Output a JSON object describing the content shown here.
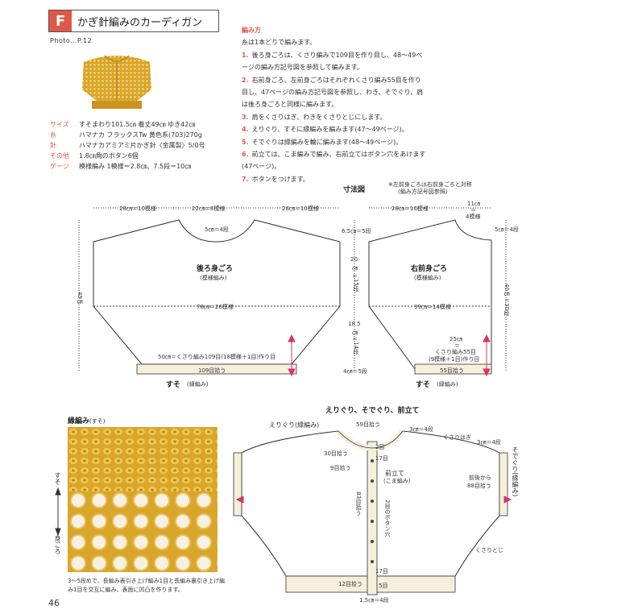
{
  "title": {
    "letter": "F",
    "text": "かぎ針編みのカーディガン"
  },
  "photo_ref": "Photo…P.12",
  "specs": [
    {
      "label": "サイズ",
      "value": "すそまわり101.5㎝ 着丈49㎝ ゆき42㎝"
    },
    {
      "label": "糸",
      "value": "ハマナカ フラックスTw 黄色系(703)270g"
    },
    {
      "label": "針",
      "value": "ハマナカアミアミ片かぎ針〈金属製〉5/0号"
    },
    {
      "label": "その他",
      "value": "1.8㎝角のボタン6個"
    },
    {
      "label": "ゲージ",
      "value": "模様編み 1模様＝2.8㎝、7.5段＝10㎝"
    }
  ],
  "instructions": {
    "heading": "編み方",
    "intro": "糸は1本どりで編みます。",
    "steps": [
      {
        "num": "1.",
        "text": "後ろ身ごろは、くさり編みで109目を作り目し、48～49ページの編み方記号図を参照して編みます。"
      },
      {
        "num": "2.",
        "text": "右前身ごろ、左前身ごろはそれぞれくさり編み55目を作り目し、47ページの編み方記号図を参照し、わき、そでぐり、肩は後ろ身ごろと同様に編みます。"
      },
      {
        "num": "3.",
        "text": "肩をくさりはぎ、わきをくさりとじにします。"
      },
      {
        "num": "4.",
        "text": "えりぐり、すそに縁編みを編みます(47～49ページ)。"
      },
      {
        "num": "5.",
        "text": "そでぐりは縁編みを輪に編みます(48～49ページ)。"
      },
      {
        "num": "6.",
        "text": "前立ては、こま編みで編み、右前立てはボタン穴をあけます(47ページ)。"
      },
      {
        "num": "7.",
        "text": "ボタンをつけます。"
      }
    ]
  },
  "size_diagram": {
    "title": "寸法図",
    "note_line1": "※左前身ごろは右前身ごろと対称",
    "note_line2": "(編み方記号図参照)",
    "back": {
      "dim_left_top": "28㎝＝10模様",
      "dim_mid_top": "22㎝＝8模様",
      "dim_right_top": "28㎝＝10模様",
      "neck_depth": "5㎝＝4段",
      "name": "後ろ身ごろ",
      "pattern": "(模様編み)",
      "width": "78㎝＝28模様",
      "height": "49㎝",
      "chain_start": "50㎝＝くさり編み109目(18模様＋1目)作り目",
      "hem_pick": "109目拾う",
      "hem_label": "すそ",
      "hem_pattern": "(縁編み)"
    },
    "mid_dims": {
      "shoulder": "6.5㎝＝5段",
      "armhole_cm": "20",
      "armhole_unit": "㎝",
      "armhole_eq": "＝",
      "armhole_rows": "15段",
      "side_cm": "18.5",
      "side_unit": "㎝",
      "side_eq": "＝",
      "side_rows": "14段",
      "hem_rows": "4㎝＝5段"
    },
    "front": {
      "dim_top": "28㎝＝10模様",
      "dim_neck_cm": "11㎝",
      "dim_neck_eq": "＝",
      "dim_neck_pat": "4模様",
      "neck_depth": "5㎝＝4段",
      "name": "右前身ごろ",
      "pattern": "(模様編み)",
      "width": "39㎝＝14模様",
      "height_cm": "40㎝",
      "height_eq": "＝",
      "height_rows": "30段",
      "chain_cm": "25㎝",
      "chain_eq": "＝",
      "chain_start": "くさり編み55目",
      "chain_detail": "(9模様＋1目)作り目",
      "hem_pick": "55目拾う",
      "hem_label": "すそ",
      "hem_pattern": "(縁編み)"
    }
  },
  "edge_detail": {
    "title": "縁編み",
    "sub": "(すそ)",
    "arrow_top": "すそ",
    "arrow_bottom": "身ごろ",
    "caption": "3～5段めで、長編み表引き上げ編み1目と長編み裏引き上げ編み1目を交互に編み、表面に凹凸を作ります。"
  },
  "assembly": {
    "title": "えりぐり、そでぐり、前立て",
    "collar_label": "えりぐり",
    "collar_pattern": "(縁編み)",
    "collar_pick": "59目拾う",
    "collar_rows": "3㎝＝4段",
    "chain_join": "くさりはぎ",
    "sleeve_rows": "3㎝＝4段",
    "sleeve_label": "そでぐり",
    "sleeve_pattern": "(縁編み)",
    "sleeve_pick_1": "前後から",
    "sleeve_pick_2": "88目拾う",
    "side_join": "くさりとじ",
    "pick_30": "30目拾う",
    "pick_9": "9目拾う",
    "rows_2": "2目",
    "rows_17": "17目",
    "front_band": "前立て",
    "front_band_pattern": "(こま編み)",
    "pick_83": "83目拾う",
    "button_hole": "2目のボタン穴",
    "rows_17b": "17目",
    "pick_12": "12目拾う",
    "rows_5": "5目",
    "band_width": "1.5㎝＝4段"
  },
  "page_number": "46",
  "colors": {
    "accent": "#e0584a",
    "yarn": "#d9a52a",
    "band": "#f6efdc",
    "pink": "#d6336c"
  }
}
